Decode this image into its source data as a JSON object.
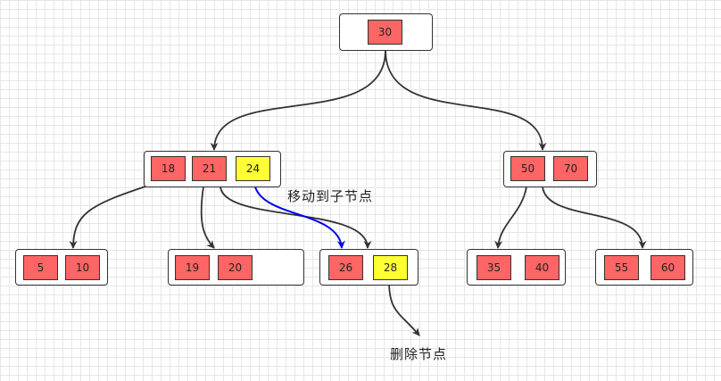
{
  "colors": {
    "key_fill": "#fe6565",
    "highlight_fill": "#ffff33",
    "edge": "#333333",
    "move_arrow": "#0000ee"
  },
  "nodes": {
    "root": [
      "30"
    ],
    "left_internal": [
      "18",
      "21",
      "24"
    ],
    "right_internal": [
      "50",
      "70"
    ],
    "leaf_1": [
      "5",
      "10"
    ],
    "leaf_2": [
      "19",
      "20"
    ],
    "leaf_3": [
      "26",
      "28"
    ],
    "leaf_4": [
      "35",
      "40"
    ],
    "leaf_5": [
      "55",
      "60"
    ]
  },
  "highlighted_keys": [
    "24",
    "28"
  ],
  "annotations": {
    "move_to_child": "移动到子节点",
    "delete_node": "删除节点"
  }
}
